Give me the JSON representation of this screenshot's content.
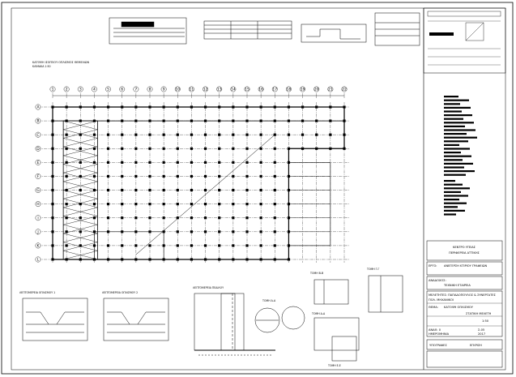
{
  "plan": {
    "title": "ΚΑΤΟΨΗ ΙΣΟΓΕΙΟΥ ΟΠΛΙΣΜΟΣ ΘΕΜΕΛΙΩΝ",
    "scale": "ΚΛΙΜΑΚΑ 1:50",
    "column_labels": [
      "1",
      "2",
      "3",
      "4",
      "5",
      "6",
      "7",
      "8",
      "9",
      "10",
      "11",
      "12",
      "13",
      "14",
      "15",
      "16",
      "17",
      "18",
      "19",
      "20",
      "21",
      "22"
    ],
    "row_labels": [
      "A",
      "B",
      "C",
      "D",
      "E",
      "F",
      "G",
      "H",
      "I",
      "J",
      "K",
      "L"
    ]
  },
  "details": {
    "d1": "ΛΕΠΤΟΜΕΡΕΙΑ ΟΠΛΙΣΜΟΥ 1",
    "d2": "ΛΕΠΤΟΜΕΡΕΙΑ ΟΠΛΙΣΜΟΥ 2",
    "d3": "ΛΕΠΤΟΜΕΡΕΙΑ ΠΕΔΙΛΟΥ",
    "d4": "ΤΟΜΗ Α-Α",
    "d5": "ΤΟΜΗ Β-Β",
    "d6": "ΤΟΜΗ Γ-Γ",
    "d7": "ΤΟΜΗ Δ-Δ",
    "d8": "ΤΟΜΗ Ε-Ε"
  },
  "title_block": {
    "owner_line1": "ΚΕΝΤΡΟ ΥΓΕΙΑΣ",
    "owner_line2": "ΠΕΡΙΦΕΡΕΙΑ ΑΤΤΙΚΗΣ",
    "project_label": "ΕΡΓΟ:",
    "project_value": "ΑΝΕΓΕΡΣΗ ΚΤΙΡΙΟΥ ΓΡΑΦΕΙΩΝ",
    "contractor_label": "ΑΝΑΔΟΧΟΣ:",
    "contractor_value": "ΤΕΧΝΙΚΗ ΕΤΑΙΡΕΙΑ",
    "designer_line1": "ΜΕΛΕΤΗΤΕΣ: ΠΑΠΑΔΟΠΟΥΛΟΣ & ΣΥΝΕΡΓΑΤΕΣ",
    "designer_line2": "ΠΟΛ. ΜΗΧΑΝΙΚΟΙ",
    "subject_label": "ΘΕΜΑ:",
    "subject_value": "ΚΑΤΟΨΗ ΟΠΛΙΣΜΟΥ",
    "drawing_type": "ΣΤΑΤΙΚΗ ΜΕΛΕΤΗ",
    "scale_value": "1:50",
    "revision": "ΑΝΑΘ. 0",
    "number": "Σ-05",
    "date_label": "ΗΜΕΡΟΜΗΝΙΑ",
    "date_value": "2017",
    "sign_label": "ΥΠΟΓΡΑΦΕΣ",
    "approval_label": "ΕΓΚΡΙΣΗ"
  }
}
